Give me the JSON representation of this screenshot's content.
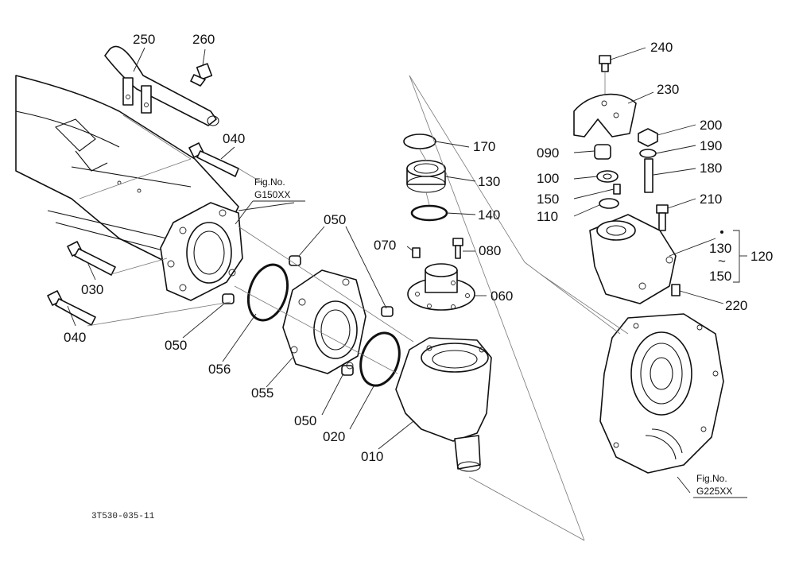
{
  "part_callouts": [
    {
      "id": "p250",
      "text": "250"
    },
    {
      "id": "p260",
      "text": "260"
    },
    {
      "id": "p040a",
      "text": "040"
    },
    {
      "id": "p030",
      "text": "030"
    },
    {
      "id": "p040b",
      "text": "040"
    },
    {
      "id": "p050a",
      "text": "050"
    },
    {
      "id": "p050b",
      "text": "050"
    },
    {
      "id": "p050c",
      "text": "050"
    },
    {
      "id": "p056",
      "text": "056"
    },
    {
      "id": "p055",
      "text": "055"
    },
    {
      "id": "p020",
      "text": "020"
    },
    {
      "id": "p010",
      "text": "010"
    },
    {
      "id": "p170",
      "text": "170"
    },
    {
      "id": "p130",
      "text": "130"
    },
    {
      "id": "p140",
      "text": "140"
    },
    {
      "id": "p070",
      "text": "070"
    },
    {
      "id": "p080",
      "text": "080"
    },
    {
      "id": "p060",
      "text": "060"
    },
    {
      "id": "p240",
      "text": "240"
    },
    {
      "id": "p230",
      "text": "230"
    },
    {
      "id": "p200",
      "text": "200"
    },
    {
      "id": "p190",
      "text": "190"
    },
    {
      "id": "p180",
      "text": "180"
    },
    {
      "id": "p090",
      "text": "090"
    },
    {
      "id": "p100",
      "text": "100"
    },
    {
      "id": "p150",
      "text": "150"
    },
    {
      "id": "p110",
      "text": "110"
    },
    {
      "id": "p210",
      "text": "210"
    },
    {
      "id": "p220",
      "text": "220"
    }
  ],
  "range_callout": {
    "from": "130",
    "tilde": "~",
    "to": "150",
    "group": "120"
  },
  "figure_refs": [
    {
      "id": "g150",
      "line1": "Fig.No.",
      "line2": "G150XX"
    },
    {
      "id": "g225",
      "line1": "Fig.No.",
      "line2": "G225XX"
    }
  ],
  "drawing_code": "3T530-035-11"
}
